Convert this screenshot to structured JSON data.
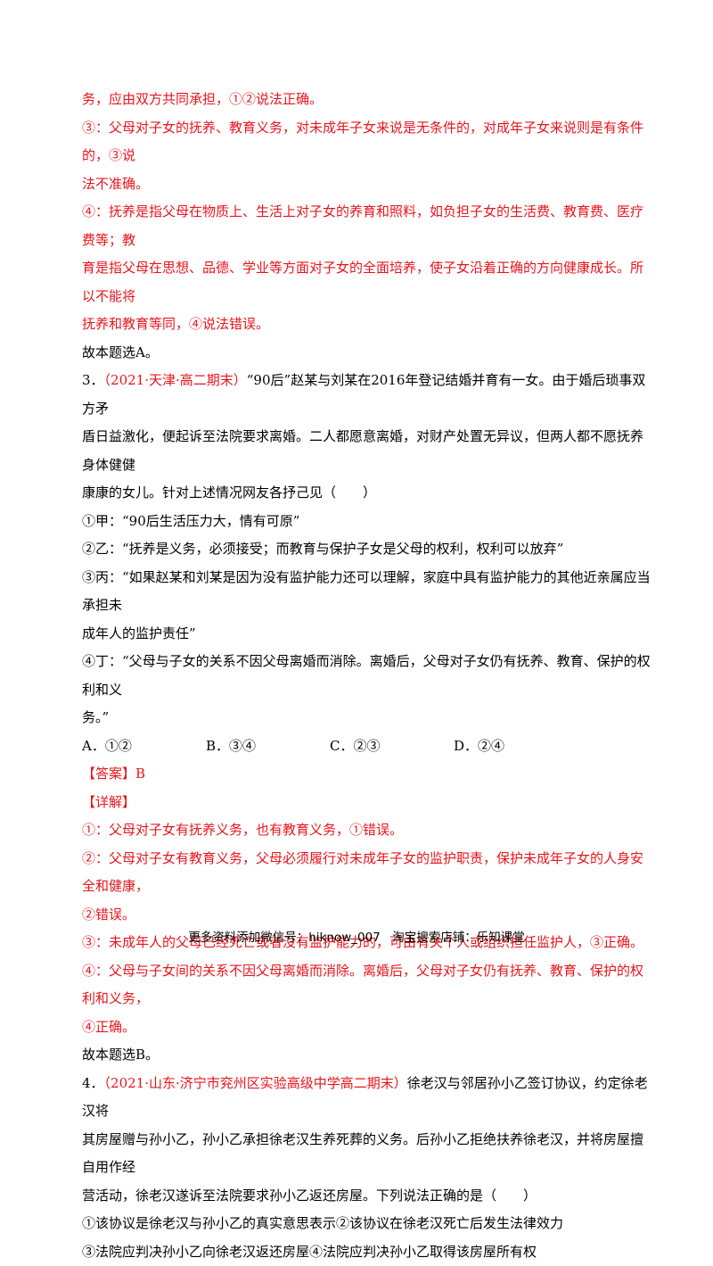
{
  "lines": {
    "l1": "务，应由双方共同承担，①②说法正确。",
    "l2": "③：父母对子女的抚养、教育义务，对未成年子女来说是无条件的，对成年子女来说则是有条件的，③说",
    "l3": "法不准确。",
    "l4": "④：抚养是指父母在物质上、生活上对子女的养育和照料，如负担子女的生活费、教育费、医疗费等；教",
    "l5": "育是指父母在思想、品德、学业等方面对子女的全面培养，使子女沿着正确的方向健康成长。所以不能将",
    "l6": "抚养和教育等同，④说法错误。",
    "l7": "故本题选A。"
  },
  "q3": {
    "number": "3．",
    "source": "（2021·天津·高二期末）",
    "stem1": "“90后”赵某与刘某在2016年登记结婚并育有一女。由于婚后琐事双方矛",
    "stem2": "盾日益激化，便起诉至法院要求离婚。二人都愿意离婚，对财产处置无异议，但两人都不愿抚养身体健健",
    "stem3": "康康的女儿。针对上述情况网友各抒己见（　　）",
    "s1": "①甲：“90后生活压力大，情有可原”",
    "s2": "②乙：“抚养是义务，必须接受；而教育与保护子女是父母的权利，权利可以放弃”",
    "s3a": "③丙：“如果赵某和刘某是因为没有监护能力还可以理解，家庭中具有监护能力的其他近亲属应当承担未",
    "s3b": "成年人的监护责任”",
    "s4a": "④丁：“父母与子女的关系不因父母离婚而消除。离婚后，父母对子女仍有抚养、教育、保护的权利和义",
    "s4b": "务。”",
    "options": [
      "A．①②",
      "B．③④",
      "C．②③",
      "D．②④"
    ],
    "answer_label": "【答案】B",
    "detail_label": "【详解】",
    "d1": "①：父母对子女有抚养义务，也有教育义务，①错误。",
    "d2a": "②：父母对子女有教育义务，父母必须履行对未成年子女的监护职责，保护未成年子女的人身安全和健康，",
    "d2b": "②错误。",
    "d3": "③：未成年人的父母已经死亡或者没有监护能力的，可由有关个人或组织担任监护人，③正确。",
    "d4a": "④：父母与子女间的关系不因父母离婚而消除。离婚后，父母对子女仍有抚养、教育、保护的权利和义务，",
    "d4b": "④正确。",
    "conclusion": "故本题选B。"
  },
  "q4": {
    "number": "4．",
    "source": "（2021·山东·济宁市兖州区实验高级中学高二期末）",
    "stem1": "徐老汉与邻居孙小乙签订协议，约定徐老汉将",
    "stem2": "其房屋赠与孙小乙，孙小乙承担徐老汉生养死葬的义务。后孙小乙拒绝扶养徐老汉，并将房屋擅自用作经",
    "stem3": "营活动，徐老汉遂诉至法院要求孙小乙返还房屋。下列说法正确的是（　　）",
    "s12": "①该协议是徐老汉与孙小乙的真实意思表示②该协议在徐老汉死亡后发生法律效力",
    "s34": "③法院应判决孙小乙向徐老汉返还房屋④法院应判决孙小乙取得该房屋所有权"
  },
  "footer": "更多资料添加微信号：hiknow_007　淘宝搜索店铺：乐知课堂"
}
